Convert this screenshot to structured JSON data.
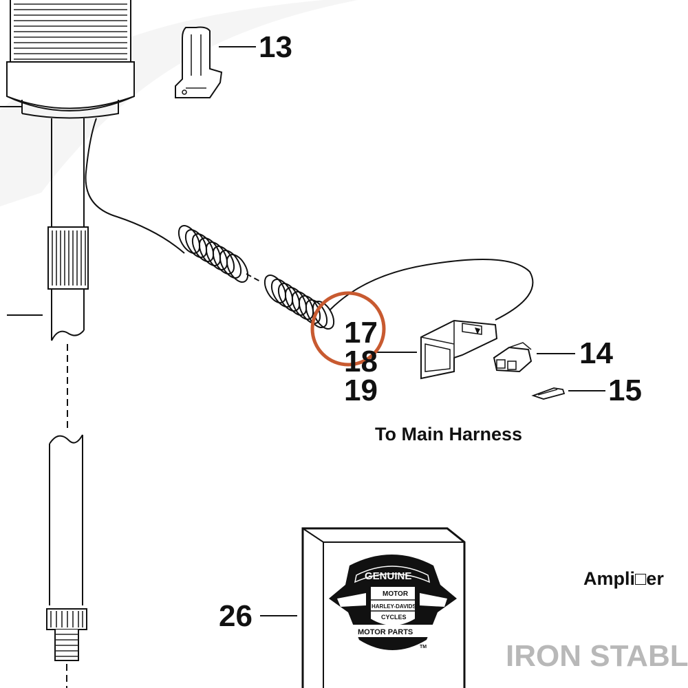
{
  "callouts": {
    "c13": "13",
    "c14": "14",
    "c15": "15",
    "c17": "17",
    "c18": "18",
    "c19": "19",
    "c26": "26"
  },
  "captions": {
    "harness": "To Main Harness",
    "amplifier": "Ampli□er"
  },
  "watermark": "IRON STABLE",
  "logo": {
    "top": "GENUINE",
    "shield_top": "MOTOR",
    "shield_middle": "HARLEY-DAVIDSON",
    "shield_bottom": "CYCLES",
    "bottom": "MOTOR PARTS",
    "tm": "TM"
  },
  "colors": {
    "highlight_circle": "#c85a30",
    "watermark": "#b8b8b8",
    "ink": "#111111"
  }
}
